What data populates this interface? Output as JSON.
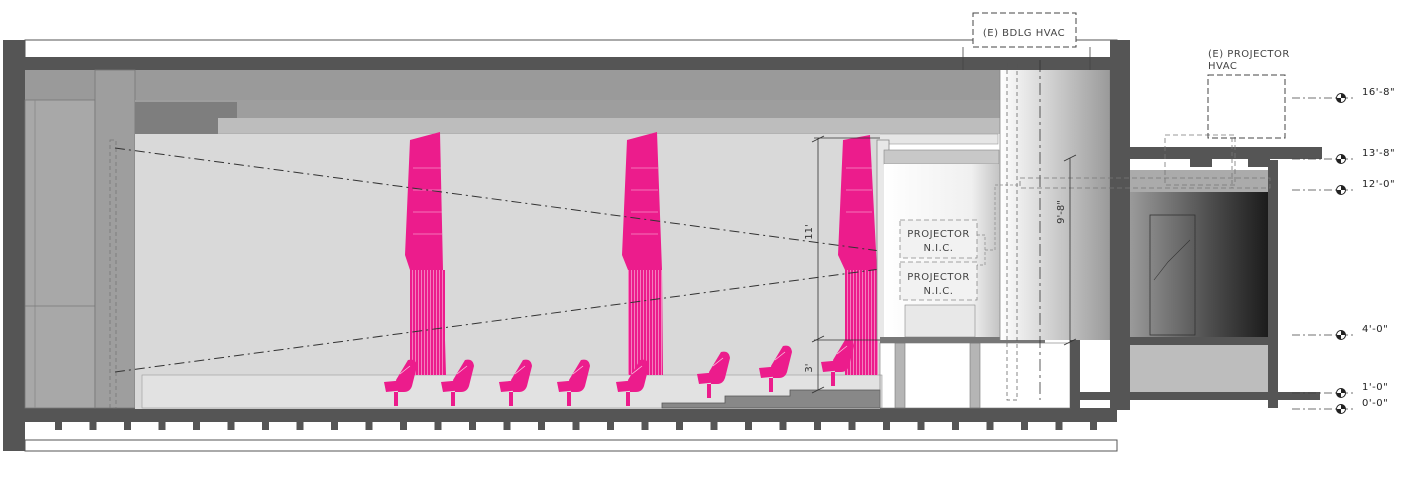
{
  "labels": {
    "bldg_hvac": "(E) BDLG HVAC",
    "projector_hvac_line1": "(E) PROJECTOR",
    "projector_hvac_line2": "HVAC",
    "projector_top_line1": "PROJECTOR",
    "projector_top_line2": "N.I.C.",
    "projector_bottom_line1": "PROJECTOR",
    "projector_bottom_line2": "N.I.C."
  },
  "dimensions": {
    "screen_height": "11'",
    "seat_offset": "3'",
    "booth_height": "9'-8\""
  },
  "elevations": [
    {
      "label": "16'-8\""
    },
    {
      "label": "13'-8\""
    },
    {
      "label": "12'-0\""
    },
    {
      "label": "4'-0\""
    },
    {
      "label": "1'-0\""
    },
    {
      "label": "0'-0\""
    }
  ],
  "colors": {
    "accent_magenta": "#ec1c8c",
    "wall_dark": "#555555",
    "floor_grey": "#d6d6d6",
    "theater_fill": "#d9d9d9"
  }
}
